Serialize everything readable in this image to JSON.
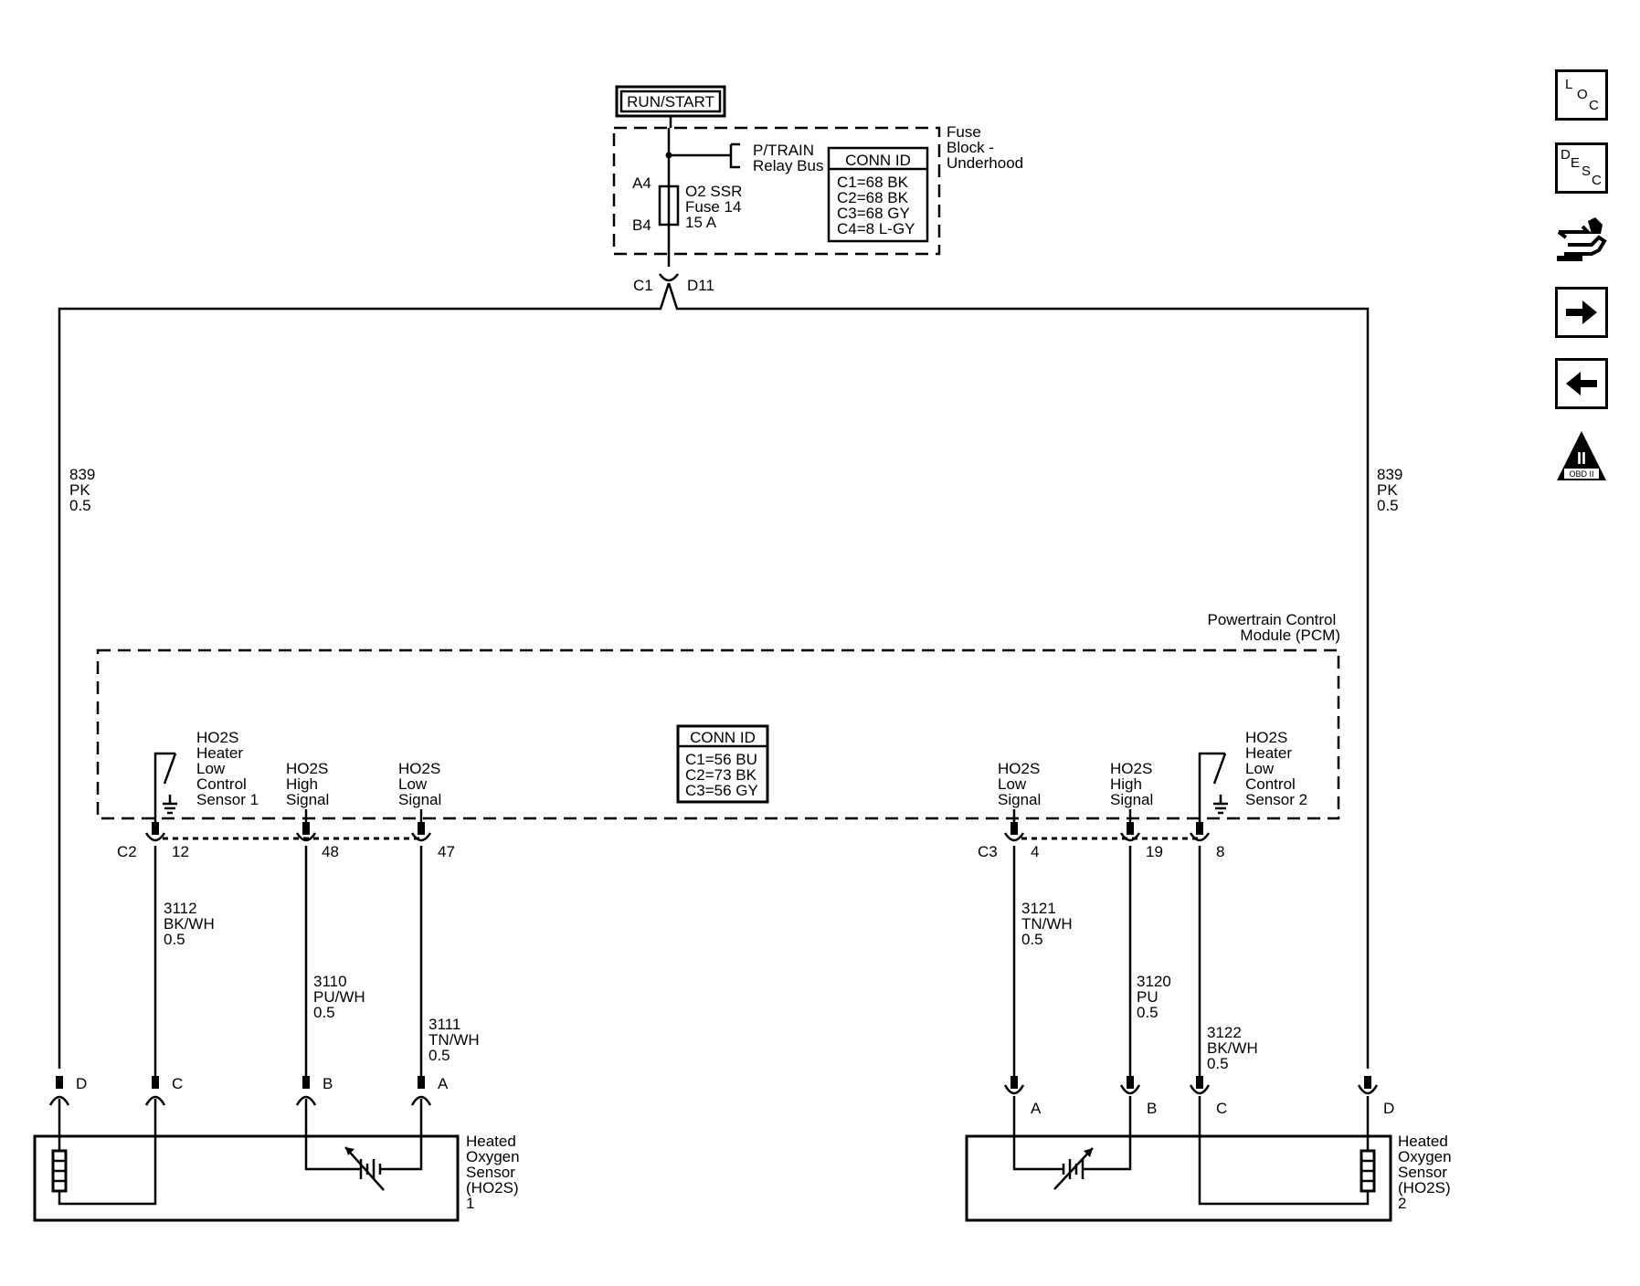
{
  "power": {
    "label": "RUN/START"
  },
  "fuse_block": {
    "name_lines": [
      "Fuse",
      "Block -",
      "Underhood"
    ],
    "relay_bus": [
      "P/TRAIN",
      "Relay Bus"
    ],
    "fuse_lines": [
      "O2 SSR",
      "Fuse 14",
      "15 A"
    ],
    "terminal_top": "A4",
    "terminal_bottom": "B4",
    "conn_title": "CONN ID",
    "conn_ids": [
      "C1=68 BK",
      "C2=68 BK",
      "C3=68 GY",
      "C4=8 L-GY"
    ]
  },
  "splice": {
    "connector": "C1",
    "pin": "D11"
  },
  "feed_wires": {
    "left": [
      "839",
      "PK",
      "0.5"
    ],
    "right": [
      "839",
      "PK",
      "0.5"
    ]
  },
  "pcm": {
    "name_lines": [
      "Powertrain Control",
      "Module (PCM)"
    ],
    "conn_title": "CONN ID",
    "conn_ids": [
      "C1=56 BU",
      "C2=73 BK",
      "C3=56 GY"
    ],
    "left_connector": "C2",
    "right_connector": "C3",
    "left_pins": [
      "12",
      "48",
      "47"
    ],
    "right_pins": [
      "4",
      "19",
      "8"
    ],
    "left_functions": [
      [
        "HO2S",
        "Heater",
        "Low",
        "Control",
        "Sensor 1"
      ],
      [
        "HO2S",
        "High",
        "Signal"
      ],
      [
        "HO2S",
        "Low",
        "Signal"
      ]
    ],
    "right_functions": [
      [
        "HO2S",
        "Low",
        "Signal"
      ],
      [
        "HO2S",
        "High",
        "Signal"
      ],
      [
        "HO2S",
        "Heater",
        "Low",
        "Control",
        "Sensor 2"
      ]
    ]
  },
  "wires_left": [
    [
      "3112",
      "BK/WH",
      "0.5"
    ],
    [
      "3110",
      "PU/WH",
      "0.5"
    ],
    [
      "3111",
      "TN/WH",
      "0.5"
    ]
  ],
  "wires_right": [
    [
      "3121",
      "TN/WH",
      "0.5"
    ],
    [
      "3120",
      "PU",
      "0.5"
    ],
    [
      "3122",
      "BK/WH",
      "0.5"
    ]
  ],
  "sensor_left": {
    "name_lines": [
      "Heated",
      "Oxygen",
      "Sensor",
      "(HO2S)",
      "1"
    ],
    "pins": [
      "D",
      "C",
      "B",
      "A"
    ]
  },
  "sensor_right": {
    "name_lines": [
      "Heated",
      "Oxygen",
      "Sensor",
      "(HO2S)",
      "2"
    ],
    "pins": [
      "A",
      "B",
      "C",
      "D"
    ]
  },
  "nav": {
    "loc": [
      "L",
      "O",
      "C"
    ],
    "desc": [
      "D",
      "E",
      "S",
      "C"
    ],
    "obd": [
      "II",
      "OBD II"
    ],
    "icons": [
      "loc-icon",
      "desc-icon",
      "connector-tool-icon",
      "next-arrow-icon",
      "back-arrow-icon",
      "obd-ii-icon"
    ]
  }
}
